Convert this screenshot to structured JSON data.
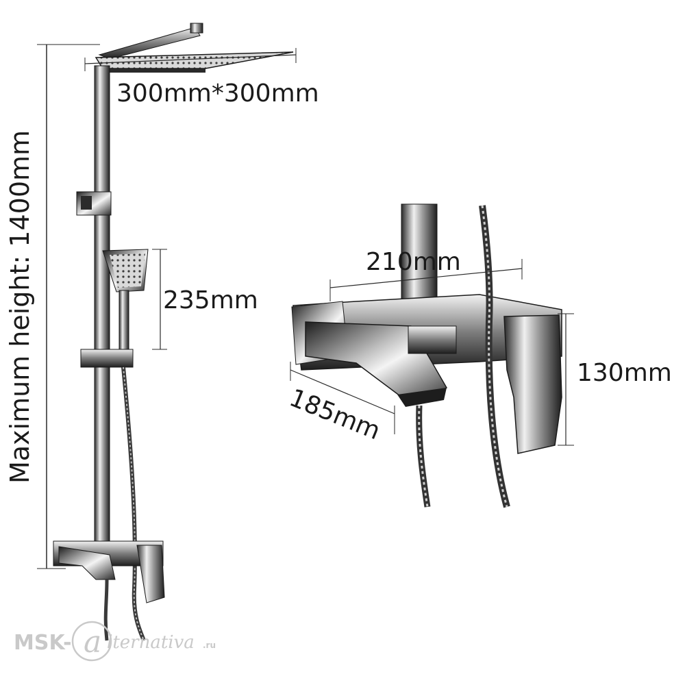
{
  "product": {
    "dimensions": {
      "head_size": "300mm*300mm",
      "max_height": "Maximum height: 1400mm",
      "hand_shower": "235mm",
      "mixer_width": "210mm",
      "mixer_height": "130mm",
      "spout_length": "185mm"
    }
  },
  "watermark": {
    "brand_prefix": "MSK-",
    "brand_script": "lternativa",
    "brand_suffix": ".ru"
  },
  "colors": {
    "chrome_dark": "#1e1e1e",
    "chrome_mid": "#8a8a8a",
    "chrome_light": "#e8e8e8",
    "dimension_line": "#2a2a2a",
    "watermark": "#c9c9c9"
  }
}
